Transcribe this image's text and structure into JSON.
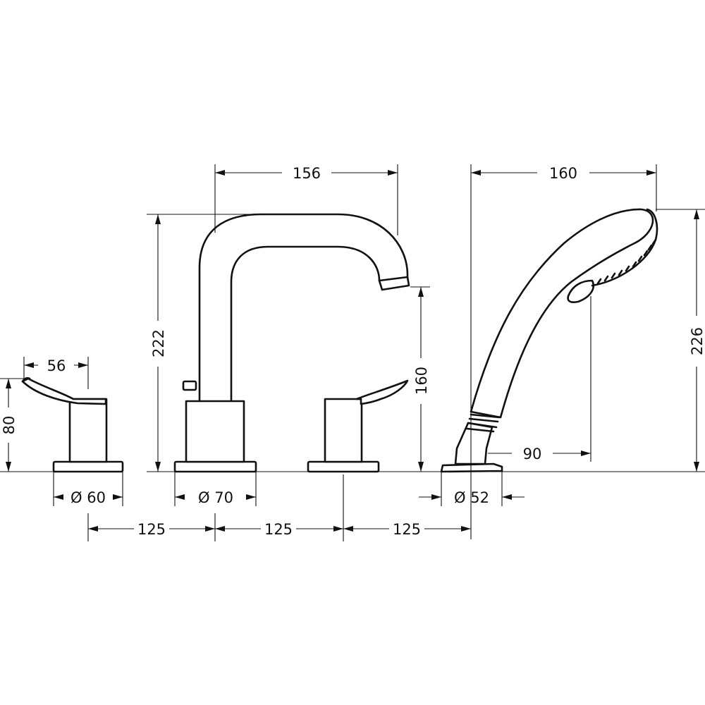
{
  "diagram": {
    "dimensions": {
      "spout_reach": "156",
      "hand_shower_length": "160",
      "spout_height": "222",
      "spout_outlet_height": "160",
      "hand_shower_height": "226",
      "handle_width": "56",
      "handle_height": "80",
      "hand_shower_offset": "90",
      "handle_base_diameter": "Ø 60",
      "spout_base_diameter": "Ø 70",
      "shower_base_diameter": "Ø 52",
      "spacing_1": "125",
      "spacing_2": "125",
      "spacing_3": "125"
    }
  }
}
